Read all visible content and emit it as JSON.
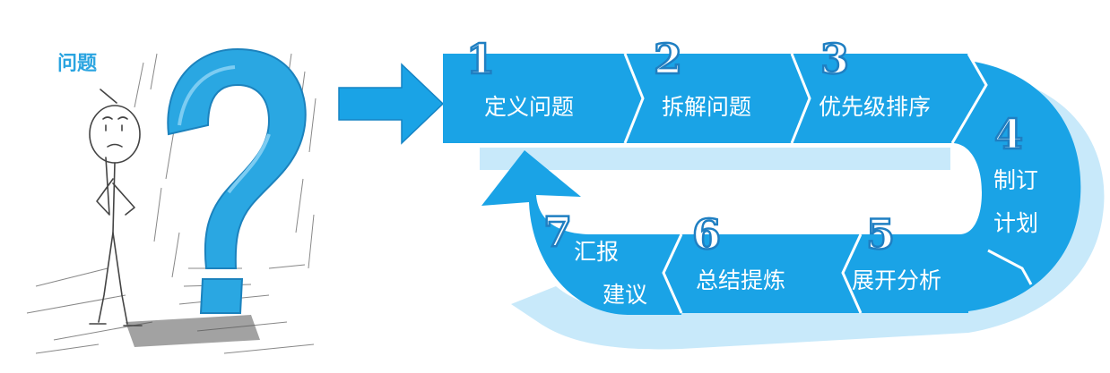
{
  "colors": {
    "ribbon": "#1aa3e6",
    "ribbon_shadow": "#c8e9fa",
    "ribbon_dark": "#1583c4",
    "question_mark": "#2aa7e2",
    "label": "#2aa4e0",
    "text": "#ffffff"
  },
  "icons": {
    "figure": "thinking-stick-figure-icon",
    "question": "question-mark-icon",
    "arrow": "right-arrow-icon"
  },
  "question_label": "问题",
  "steps": [
    {
      "number": "1",
      "lines": [
        "定义问题"
      ]
    },
    {
      "number": "2",
      "lines": [
        "拆解问题"
      ]
    },
    {
      "number": "3",
      "lines": [
        "优先级排序"
      ]
    },
    {
      "number": "4",
      "lines": [
        "制订",
        "计划"
      ]
    },
    {
      "number": "5",
      "lines": [
        "展开分析"
      ]
    },
    {
      "number": "6",
      "lines": [
        "总结提炼"
      ]
    },
    {
      "number": "7",
      "lines": [
        "汇报",
        "建议"
      ]
    }
  ]
}
